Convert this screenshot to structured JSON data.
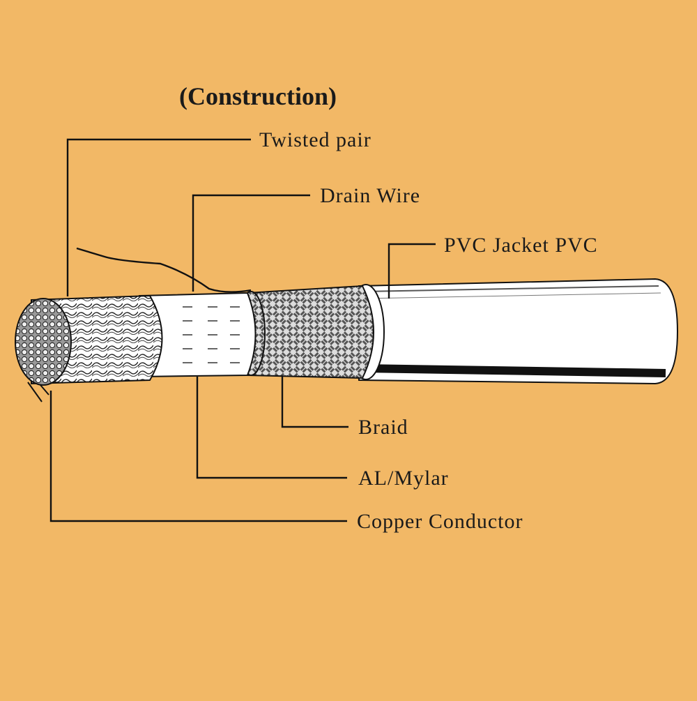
{
  "diagram": {
    "title": "(Construction)",
    "labels": {
      "twisted_pair": "Twisted pair",
      "drain_wire": "Drain Wire",
      "pvc_jacket": "PVC Jacket PVC",
      "braid": "Braid",
      "al_mylar": "AL/Mylar",
      "copper_conductor": "Copper Conductor"
    }
  },
  "colors": {
    "background": "#F2B866",
    "line": "#111111",
    "jacket": "#FFFFFF",
    "stripe": "#1A1A1A"
  }
}
